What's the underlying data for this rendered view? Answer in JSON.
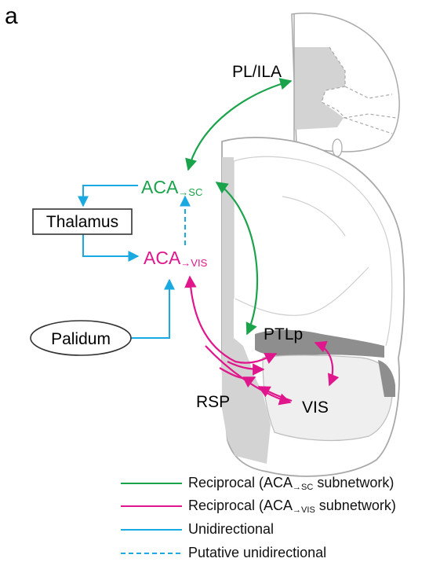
{
  "panel_label": "a",
  "colors": {
    "green": "#1aa34a",
    "magenta": "#e0168c",
    "cyan": "#1aa9e0",
    "brain_outline": "#a9a9a9",
    "region_light": "#d3d3d3",
    "region_dark": "#8e8e8e"
  },
  "nodes": {
    "aca_sc": {
      "main": "ACA",
      "sub": "→SC"
    },
    "aca_vis": {
      "main": "ACA",
      "sub": "→VIS"
    },
    "thalamus": "Thalamus",
    "palidum": "Palidum"
  },
  "regions": {
    "pl_ila": "PL/ILA",
    "ptlp": "PTLp",
    "rsp": "RSP",
    "vis": "VIS"
  },
  "legend": [
    {
      "style": "solid-green",
      "prefix": "Reciprocal (ACA",
      "sub": "→SC",
      "suffix": " subnetwork)"
    },
    {
      "style": "solid-magenta",
      "prefix": "Reciprocal (ACA",
      "sub": "→VIS",
      "suffix": " subnetwork)"
    },
    {
      "style": "solid-cyan",
      "prefix": "Unidirectional",
      "sub": "",
      "suffix": ""
    },
    {
      "style": "dashed-cyan",
      "prefix": "Putative unidirectional",
      "sub": "",
      "suffix": ""
    }
  ]
}
